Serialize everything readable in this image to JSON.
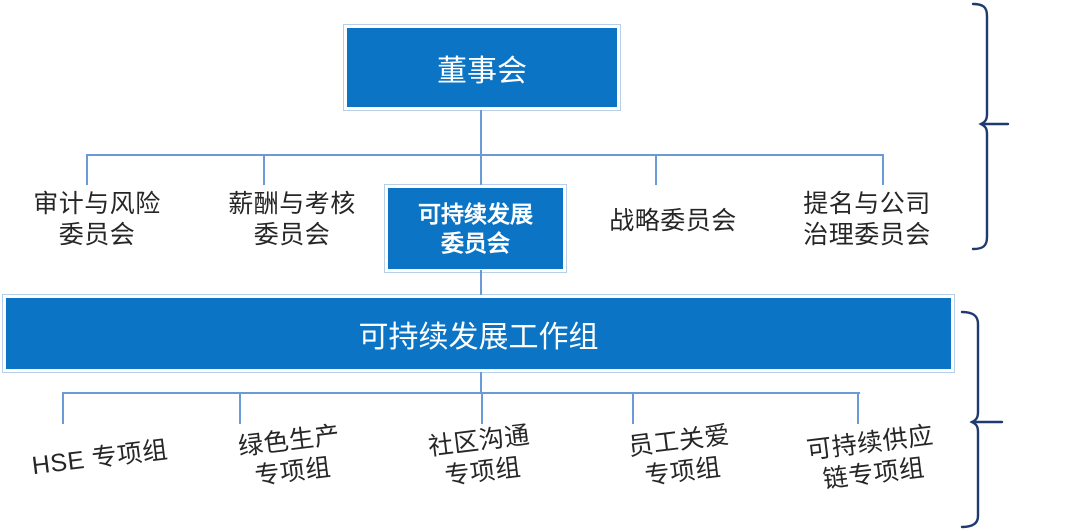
{
  "colors": {
    "box_blue": "#0b74c4",
    "connector_blue": "#6b9bd7",
    "bracket_navy": "#1f3a6e",
    "label_gray": "#262626",
    "box_text": "#ffffff"
  },
  "org_chart": {
    "board": {
      "label": "董事会"
    },
    "committees": [
      {
        "line1": "审计与风险",
        "line2": "委员会",
        "highlighted": false
      },
      {
        "line1": "薪酬与考核",
        "line2": "委员会",
        "highlighted": false
      },
      {
        "line1": "可持续发展",
        "line2": "委员会",
        "highlighted": true
      },
      {
        "line1": "战略委员会",
        "line2": "",
        "highlighted": false
      },
      {
        "line1": "提名与公司",
        "line2": "治理委员会",
        "highlighted": false
      }
    ],
    "working_group": {
      "label": "可持续发展工作组"
    },
    "task_forces": [
      {
        "line1": "HSE 专项组",
        "line2": ""
      },
      {
        "line1": "绿色生产",
        "line2": "专项组"
      },
      {
        "line1": "社区沟通",
        "line2": "专项组"
      },
      {
        "line1": "员工关爱",
        "line2": "专项组"
      },
      {
        "line1": "可持续供应",
        "line2": "链专项组"
      }
    ]
  }
}
